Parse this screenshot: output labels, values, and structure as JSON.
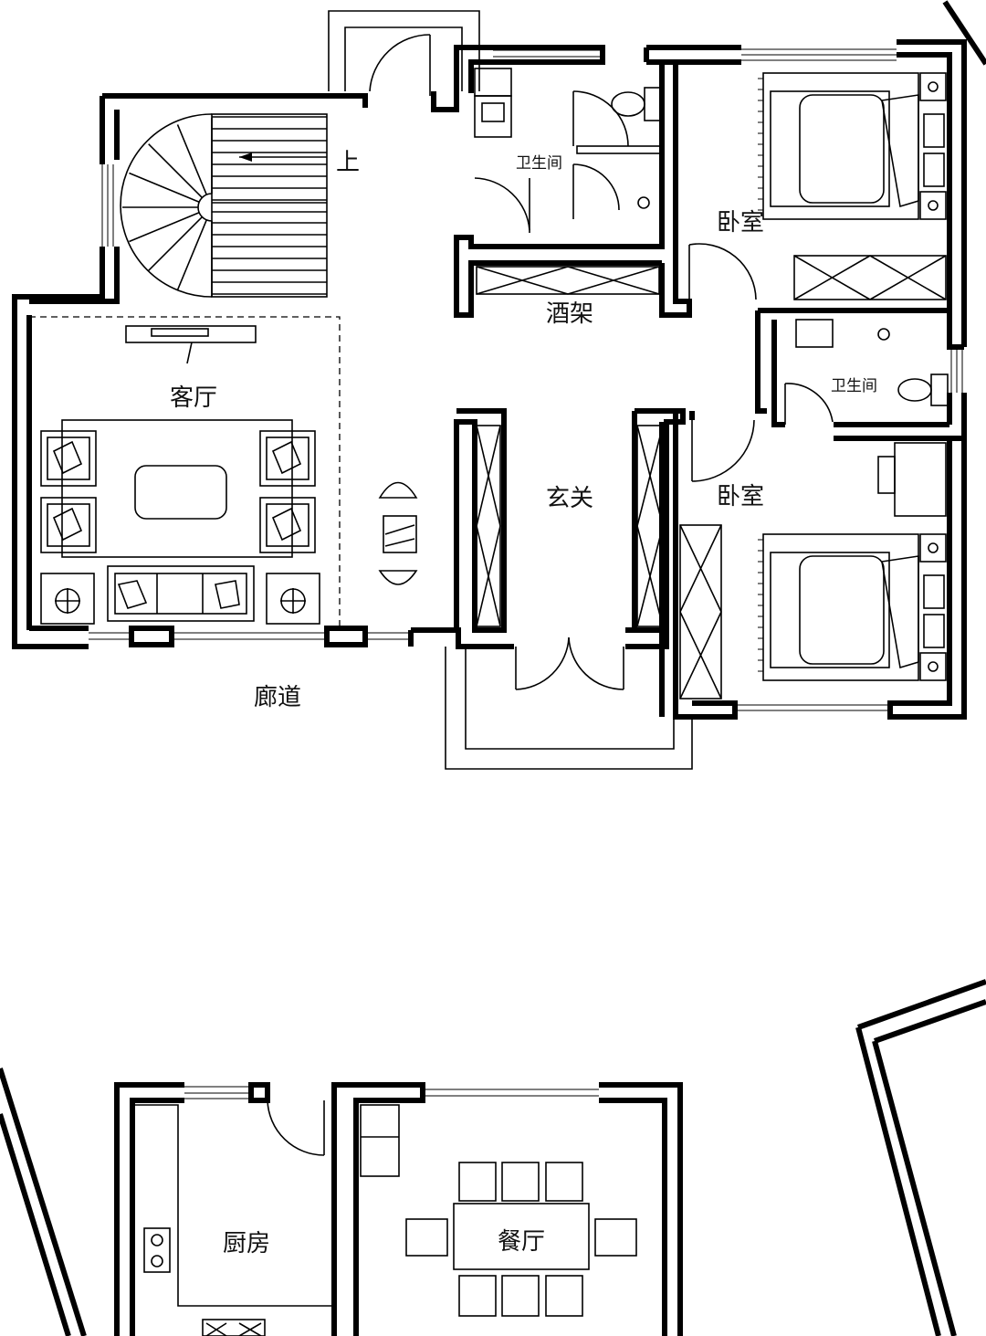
{
  "rooms": {
    "bath_top": "卫生间",
    "bedroom_top": "卧室",
    "wine_rack": "酒架",
    "bath_right": "卫生间",
    "living_room": "客厅",
    "foyer": "玄关",
    "bedroom_bottom": "卧室",
    "corridor": "廊道",
    "kitchen": "厨房",
    "dining_room": "餐厅"
  },
  "stair": {
    "up_label": "上"
  },
  "colors": {
    "line": "#000000",
    "background": "#ffffff"
  }
}
